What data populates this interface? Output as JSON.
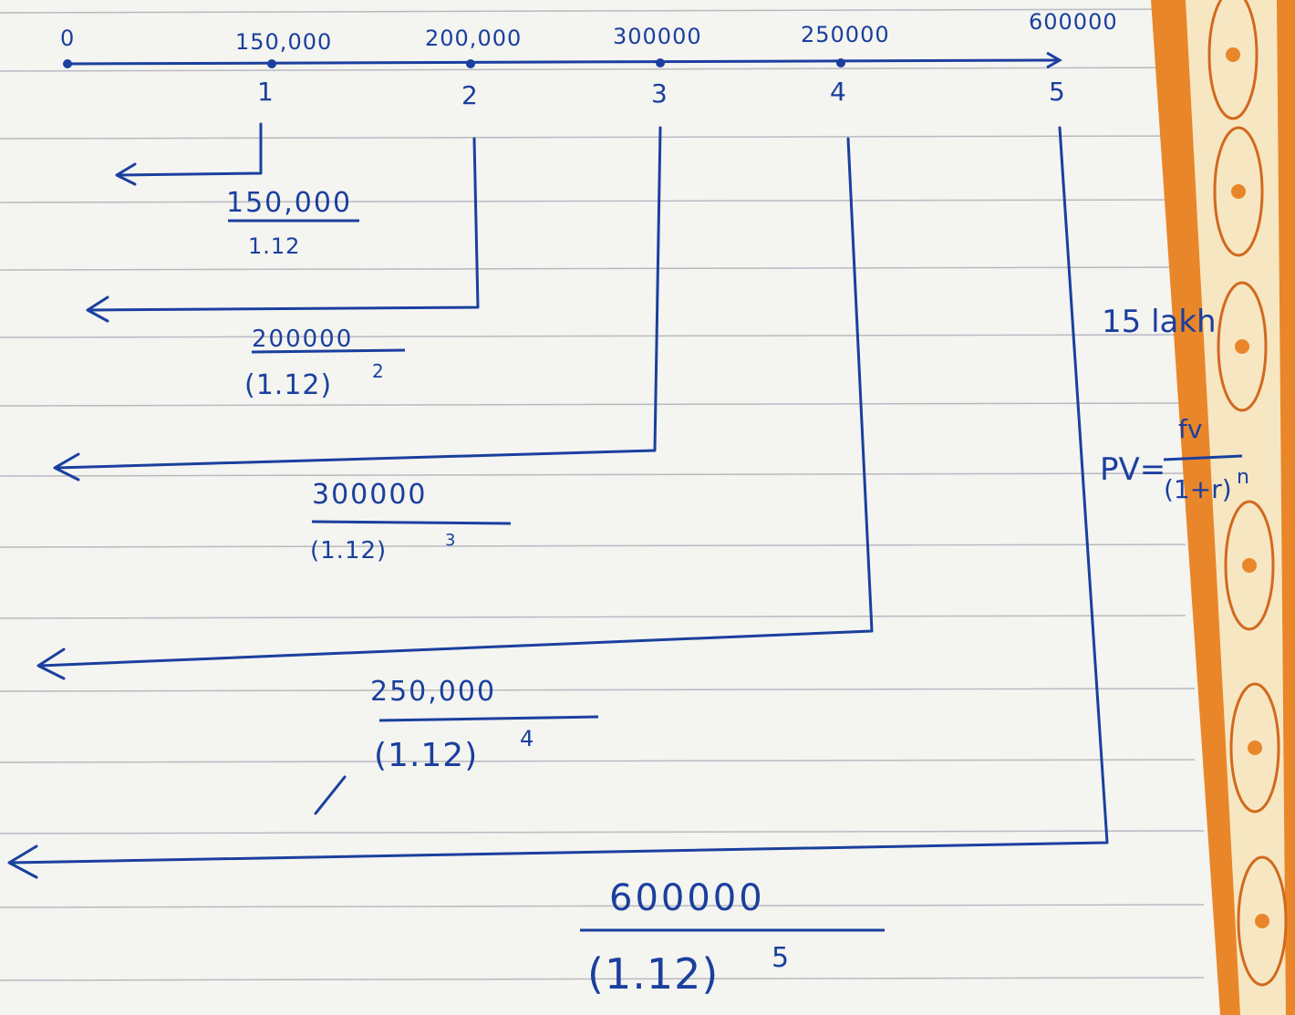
{
  "timeline": {
    "amounts": [
      "0",
      "150,000",
      "200,000",
      "300000",
      "250000",
      "600000"
    ],
    "periods": [
      "1",
      "2",
      "3",
      "4",
      "5"
    ]
  },
  "fractions": [
    {
      "numerator": "150,000",
      "denominator": "1.12"
    },
    {
      "numerator": "200000",
      "denominator": "(1.12)",
      "exponent": "2"
    },
    {
      "numerator": "300000",
      "denominator": "(1.12)",
      "exponent": "3"
    },
    {
      "numerator": "250,000",
      "denominator": "(1.12)",
      "exponent": "4"
    },
    {
      "numerator": "600000",
      "denominator": "(1.12)",
      "exponent": "5"
    }
  ],
  "notes": {
    "total": "15 lakh",
    "formula_lhs": "PV=",
    "formula_numerator": "fv",
    "formula_denominator": "(1+r)",
    "formula_exponent": "n"
  },
  "colors": {
    "ink": "#1a3f9e",
    "paper": "#f4f4f0",
    "rule": "#b9b9c2",
    "border_orange": "#e9862a",
    "border_cream": "#f6e7c2"
  }
}
